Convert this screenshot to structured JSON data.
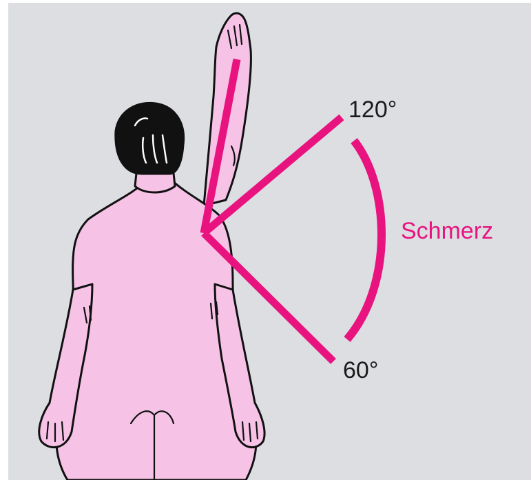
{
  "labels": {
    "upper_angle": "120°",
    "lower_angle": "60°",
    "pain": "Schmerz"
  },
  "colors": {
    "background": "#dcdee2",
    "body_fill": "#f6c2e6",
    "hair": "#111111",
    "outline": "#111111",
    "accent": "#e8137f",
    "label_text": "#1a1a1a"
  },
  "angles_deg": {
    "painful_arc_start": 60,
    "painful_arc_end": 120
  }
}
